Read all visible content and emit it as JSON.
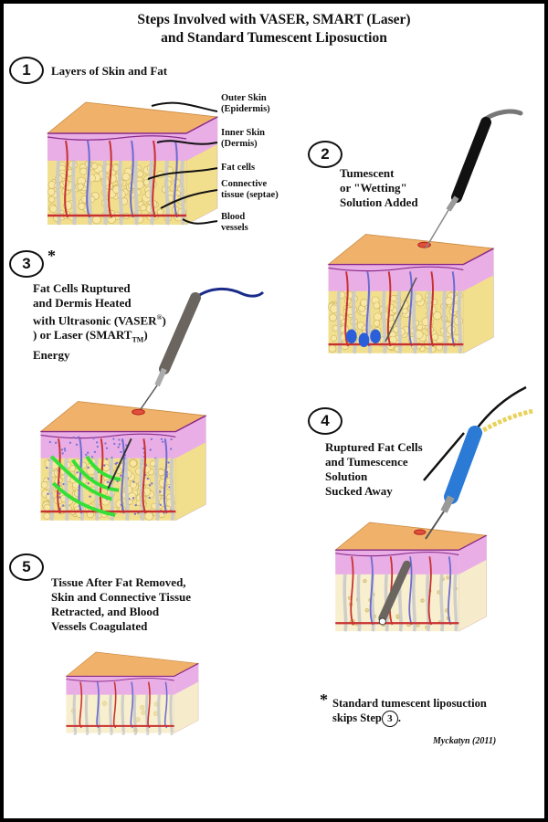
{
  "title": {
    "line1": "Steps Involved with VASER, SMART (Laser)",
    "line2": "and Standard Tumescent  Liposuction"
  },
  "steps": [
    {
      "number": "1",
      "label": "Layers of Skin and Fat"
    },
    {
      "number": "2",
      "label_lines": [
        "Tumescent",
        "or \"Wetting\"",
        "Solution Added"
      ]
    },
    {
      "number": "3",
      "star": "*",
      "label_lines": [
        "Fat Cells Ruptured",
        "and Dermis Heated",
        "with Ultrasonic (VASER",
        ") or Laser (SMART",
        ")",
        "Energy"
      ],
      "reg_mark": "®",
      "tm_mark": "TM"
    },
    {
      "number": "4",
      "label_lines": [
        "Ruptured Fat Cells",
        "and Tumescence",
        "Solution",
        "Sucked Away"
      ]
    },
    {
      "number": "5",
      "label_lines": [
        "Tissue After Fat Removed,",
        "Skin and Connective Tissue",
        "Retracted, and Blood",
        "Vessels Coagulated"
      ]
    }
  ],
  "layers": [
    {
      "lines": [
        "Outer Skin",
        "(Epidermis)"
      ]
    },
    {
      "lines": [
        "Inner Skin",
        "(Dermis)"
      ]
    },
    {
      "lines": [
        "Fat cells"
      ]
    },
    {
      "lines": [
        "Connective",
        "tissue (septae)"
      ]
    },
    {
      "lines": [
        "Blood",
        "vessels"
      ]
    }
  ],
  "footnote": {
    "star": "*",
    "line1": "Standard tumescent liposuction",
    "line2_prefix": "skips Step",
    "step_ref": "3",
    "line2_suffix": "."
  },
  "signature": "Myckatyn (2011)",
  "colors": {
    "epidermis": "#f0b26a",
    "dermis": "#e9aee6",
    "fat": "#f2df8e",
    "septae": "#c9c9c9",
    "vessel_red": "#c83030",
    "vessel_blue": "#6b6bcf",
    "energy_green": "#35e035",
    "probe_black": "#111111",
    "probe_grey": "#6b6560",
    "cannula_blue": "#2a7ad6",
    "tumescent_blue": "#2b5fd9"
  }
}
